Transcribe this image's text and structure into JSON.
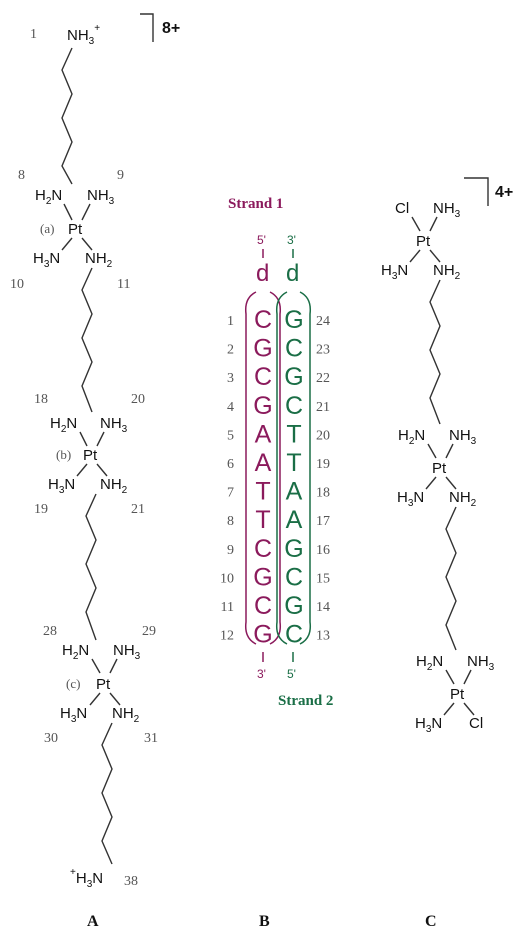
{
  "colors": {
    "strand1": "#8b1a5c",
    "strand2": "#1a6e46",
    "text": "#111111",
    "number": "#555555"
  },
  "panels": {
    "a": {
      "label": "A",
      "charge": "8+",
      "terminal_top": "NH3+",
      "terminal_bottom": "+H3N",
      "pt_labels": [
        "(a)",
        "(b)",
        "(c)"
      ],
      "atom_numbers": [
        "1",
        "8",
        "9",
        "10",
        "11",
        "18",
        "20",
        "19",
        "21",
        "28",
        "29",
        "30",
        "31",
        "38"
      ],
      "pt_symbol": "Pt",
      "ligands": {
        "h2n": "H2N",
        "nh3": "NH3",
        "h3n": "H3N",
        "nh2": "NH2"
      }
    },
    "b": {
      "label": "B",
      "strand1_label": "Strand 1",
      "strand2_label": "Strand 2",
      "strand1_5prime": "5'",
      "strand1_3prime": "3'",
      "strand2_3prime": "3'",
      "strand2_5prime": "5'",
      "deoxy_prefix": "d",
      "strand1_bases": [
        "C",
        "G",
        "C",
        "G",
        "A",
        "A",
        "T",
        "T",
        "C",
        "G",
        "C",
        "G"
      ],
      "strand2_bases": [
        "G",
        "C",
        "G",
        "C",
        "T",
        "T",
        "A",
        "A",
        "G",
        "C",
        "G",
        "C"
      ],
      "strand1_numbers": [
        "1",
        "2",
        "3",
        "4",
        "5",
        "6",
        "7",
        "8",
        "9",
        "10",
        "11",
        "12"
      ],
      "strand2_numbers": [
        "24",
        "23",
        "22",
        "21",
        "20",
        "19",
        "18",
        "17",
        "16",
        "15",
        "14",
        "13"
      ]
    },
    "c": {
      "label": "C",
      "charge": "4+",
      "pt_symbol": "Pt",
      "ligands": {
        "cl": "Cl",
        "nh3": "NH3",
        "h2n": "H2N",
        "h3n": "H3N",
        "nh2": "NH2"
      }
    }
  }
}
